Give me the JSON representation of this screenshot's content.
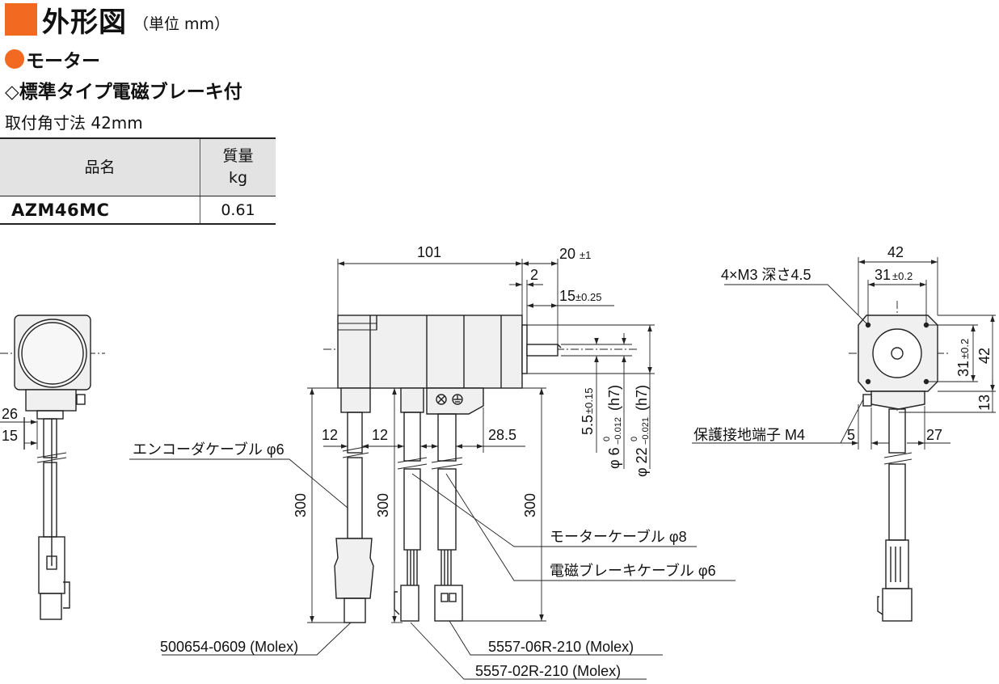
{
  "header": {
    "title": "外形図",
    "unit": "（単位 mm）",
    "subtitle": "モーター",
    "type": "◇標準タイプ電磁ブレーキ付",
    "size": "取付角寸法 42mm"
  },
  "table": {
    "col_product": "品名",
    "col_mass_line1": "質量",
    "col_mass_line2": "kg",
    "rows": [
      {
        "product": "AZM46MC",
        "mass": "0.61"
      }
    ]
  },
  "dims": {
    "d101": "101",
    "d20": "20",
    "d20_tol": "±1",
    "d2": "2",
    "d15": "15",
    "d15_tol": "±0.25",
    "d42_top": "42",
    "d31": "31",
    "d31_tol": "±0.2",
    "d42_side": "42",
    "d13": "13",
    "d26": "26",
    "d15_left": "15",
    "d12a": "12",
    "d12b": "12",
    "d28_5": "28.5",
    "d300a": "300",
    "d300b": "300",
    "d300c": "300",
    "d5": "5",
    "d27": "27",
    "shaft_5_5": "5.5",
    "shaft_5_5_tol": "±0.15",
    "shaft_6": "φ 6",
    "shaft_6_tol_upper": "0",
    "shaft_6_tol_lower": "−0.012",
    "shaft_6_fit": "(h7)",
    "pilot_22": "φ 22",
    "pilot_22_tol_upper": "0",
    "pilot_22_tol_lower": "−0.021",
    "pilot_22_fit": "(h7)"
  },
  "labels": {
    "tap": "4×M3 深さ4.5",
    "ground": "保護接地端子 M4",
    "encoder_cable": "エンコーダケーブル φ6",
    "motor_cable": "モーターケーブル φ8",
    "brake_cable": "電磁ブレーキケーブル φ6",
    "conn_enc": "500654-0609 (Molex)",
    "conn_motor": "5557-06R-210 (Molex)",
    "conn_brake": "5557-02R-210 (Molex)"
  },
  "colors": {
    "accent": "#f26a21",
    "body_fill": "#f0f0f0",
    "line": "#222222"
  }
}
